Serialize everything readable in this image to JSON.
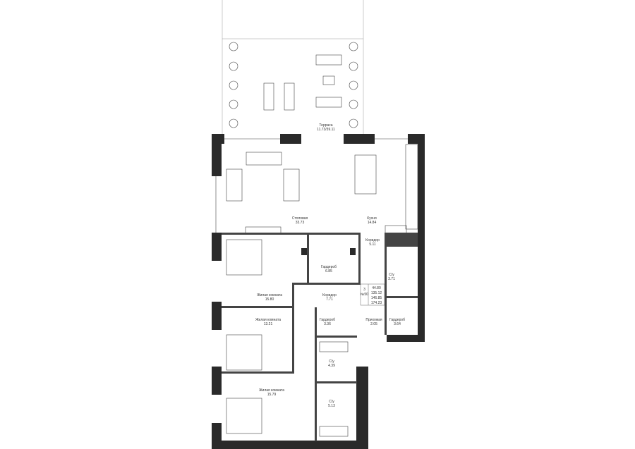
{
  "plan": {
    "rooms": [
      {
        "id": "terrace",
        "name": "Терраса",
        "area": "11.73/39.11"
      },
      {
        "id": "dining",
        "name": "Столовая",
        "area": "33.73"
      },
      {
        "id": "kitchen",
        "name": "Кухня",
        "area": "14.84"
      },
      {
        "id": "corridor1",
        "name": "Коридор",
        "area": "5.11"
      },
      {
        "id": "wardrobe1",
        "name": "Гардероб",
        "area": "6.85"
      },
      {
        "id": "bath1",
        "name": "С/у",
        "area": "3.71"
      },
      {
        "id": "living1",
        "name": "Жилая комната",
        "area": "15.80"
      },
      {
        "id": "corridor2",
        "name": "Коридор",
        "area": "7.71"
      },
      {
        "id": "living2",
        "name": "Жилая комната",
        "area": "13.21"
      },
      {
        "id": "wardrobe2",
        "name": "Гардероб",
        "area": "3.36"
      },
      {
        "id": "hall",
        "name": "Прихожая",
        "area": "2.05"
      },
      {
        "id": "wardrobe3",
        "name": "Гардероб",
        "area": "3.64"
      },
      {
        "id": "bath2",
        "name": "С/у",
        "area": "4.39"
      },
      {
        "id": "living3",
        "name": "Жилая комната",
        "area": "15.79"
      },
      {
        "id": "bath3",
        "name": "С/у",
        "area": "5.13"
      }
    ],
    "info": {
      "rooms_count": "3",
      "number": "№50",
      "areas": [
        "44.80",
        "135.12",
        "146.85",
        "174.23"
      ]
    }
  }
}
